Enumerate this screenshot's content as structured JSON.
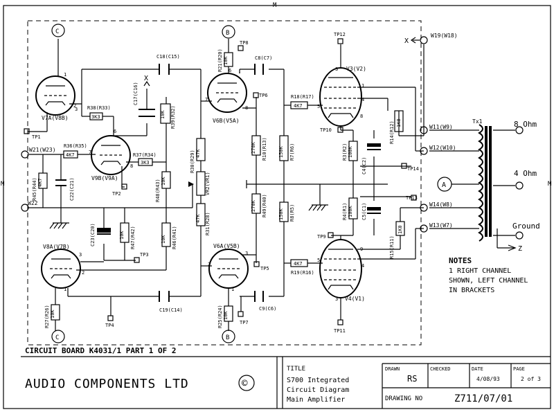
{
  "border_markers": [
    "M",
    "M",
    "M"
  ],
  "board": {
    "label": "CIRCUIT BOARD K4031/1 PART 1 OF 2"
  },
  "title_block": {
    "company": "AUDIO COMPONENTS LTD",
    "copyright_symbol": "©",
    "title_label": "TITLE",
    "title_lines": [
      "S700 Integrated",
      "Circuit Diagram",
      "Main Amplifier"
    ],
    "drawn_label": "DRAWN",
    "drawn_value": "RS",
    "checked_label": "CHECKED",
    "date_label": "DATE",
    "date_value": "4/08/93",
    "page_label": "PAGE",
    "page_value": "2 of 3",
    "drawing_no_label": "DRAWING NO",
    "drawing_no_value": "Z711/07/01"
  },
  "notes": {
    "heading": "NOTES",
    "lines": [
      "1  RIGHT CHANNEL",
      "SHOWN, LEFT CHANNEL",
      "IN BRACKETS"
    ]
  },
  "outputs": {
    "ohm8": "8 Ohm",
    "ohm4": "4 Ohm",
    "ground": "Ground",
    "transformer": "Tx1",
    "x_label": "X",
    "z_label": "Z",
    "a_label": "A"
  },
  "tubes": {
    "v7a": "V7A(V8B)",
    "v9b": "V9B(V9A)",
    "v8a": "V8A(V7B)",
    "v6b": "V6B(V5A)",
    "v6a": "V6A(V5B)",
    "v3": "V3(V2)",
    "v4": "V4(V1)"
  },
  "pin_numbers": [
    "1",
    "2",
    "3",
    "6",
    "7",
    "8",
    "3",
    "1",
    "2",
    "6",
    "7",
    "8",
    "1",
    "2",
    "3",
    "3",
    "1",
    "4",
    "5",
    "8",
    "9",
    "4",
    "5",
    "3"
  ],
  "capacitors": {
    "c18": "C18(C15)",
    "c17": "C17(C16)",
    "c22": "C22(C21)",
    "c23": "C23(C20)",
    "c19": "C19(C14)",
    "c8": "C8(C7)",
    "c9": "C9(C6)",
    "c4": "C4(C2)",
    "c5": "C5(C1)"
  },
  "resistors": {
    "r38": "R38(R33)",
    "r38v": "3K3",
    "r36": "R36(R35)",
    "r36v": "4K7",
    "r37": "R37(R34)",
    "r37v": "3K3",
    "r39": "R39(R32)",
    "r39v": "10K",
    "r48": "R48(R43)",
    "r48v": "10K",
    "r45": "R45(R44)",
    "r45v": "4K7",
    "r47": "R47(R42)",
    "r47v": "10K",
    "r46": "R46(R41)",
    "r46v": "10K",
    "r27": "R27(R26)",
    "r27v": "10K",
    "r30": "R30(R29)",
    "r30v": "47K",
    "vr2": "VR2(VR1)",
    "r31": "R31(R28)",
    "r31v": "47K",
    "r21": "R21(R20)",
    "r21v": "10K",
    "r25": "R25(R24)",
    "r25v": "10K",
    "r10": "R10(R13)",
    "r10v": "270K",
    "r49": "R49(R40)",
    "r49v": "270K",
    "r7": "R7(R6)",
    "r7v": "150K",
    "r8": "R8(R5)",
    "r8v": "150K",
    "r18": "R18(R17)",
    "r18v": "4K7",
    "r19": "R19(R16)",
    "r19v": "4K7",
    "r3": "R3(R2)",
    "r3v": "100K",
    "r4": "R4(R1)",
    "r4v": "100K",
    "r14": "R14(R12)",
    "r14v": "1K0",
    "r15": "R15(R11)",
    "r15v": "1K0"
  },
  "terminals": {
    "w21": "W21(W23)",
    "w22": "W22",
    "w19": "W19(W18)",
    "w11": "W11(W9)",
    "w12": "W12(W10)",
    "w14": "W14(W8)",
    "w13": "W13(W7)"
  },
  "test_points": {
    "tp1": "TP1",
    "tp2": "TP2",
    "tp3": "TP3",
    "tp4": "TP4",
    "tp5": "TP5",
    "tp6": "TP6",
    "tp7": "TP7",
    "tp8": "TP8",
    "tp9": "TP9",
    "tp10": "TP10",
    "tp11": "TP11",
    "tp12": "TP12",
    "tp13": "TP13",
    "tp14": "TP14"
  },
  "supply_labels": {
    "c": "C",
    "b": "B"
  }
}
